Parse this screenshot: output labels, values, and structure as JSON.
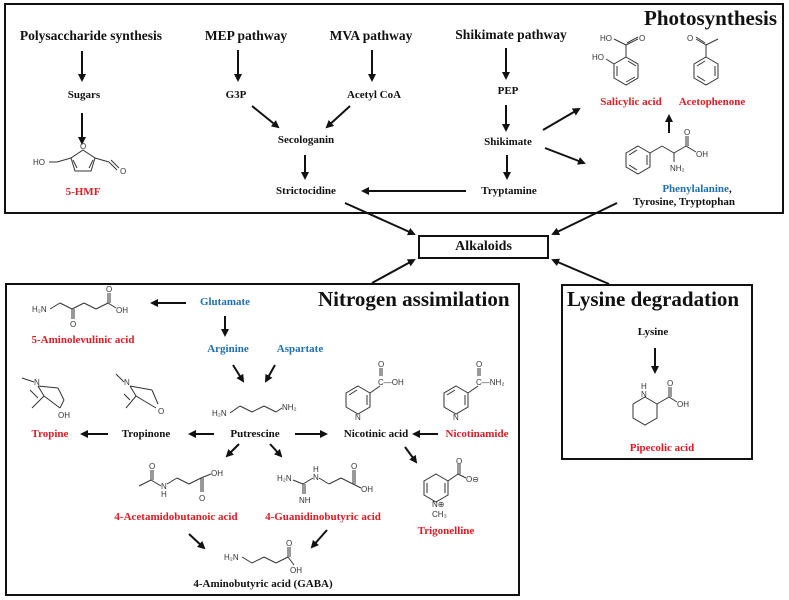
{
  "colors": {
    "product_red": "#e01b24",
    "precursor_blue": "#1f6fb2",
    "text_black": "#111111",
    "frame": "#111111"
  },
  "center": {
    "label": "Alkaloids"
  },
  "photosynthesis": {
    "title": "Photosynthesis",
    "nodes": {
      "polysaccharide": "Polysaccharide synthesis",
      "sugars": "Sugars",
      "hmf": "5-HMF",
      "mep": "MEP pathway",
      "mva": "MVA pathway",
      "g3p": "G3P",
      "acetyl_coa": "Acetyl CoA",
      "secologanin": "Secologanin",
      "strictocidine": "Strictocidine",
      "shikimate_pathway": "Shikimate pathway",
      "pep": "PEP",
      "shikimate": "Shikimate",
      "tryptamine": "Tryptamine",
      "salicylic_acid": "Salicylic acid",
      "acetophenone": "Acetophenone",
      "phenylalanine": "Phenylalanine",
      "phenylalanine_sep": ",",
      "tyrosine_tryptophan": "Tyrosine, Tryptophan"
    },
    "structure_atoms": {
      "hmf_ho": "HO",
      "hmf_o_ring": "O",
      "hmf_o_ald": "O",
      "sal_ho_acid": "HO",
      "sal_o": "O",
      "sal_ho": "HO",
      "aceto_o": "O",
      "phe_o": "O",
      "phe_oh": "OH",
      "phe_nh2": "NH₂"
    }
  },
  "nitrogen": {
    "title": "Nitrogen assimilation",
    "nodes": {
      "glutamate": "Glutamate",
      "ala": "5-Aminolevulinic acid",
      "arginine": "Arginine",
      "aspartate": "Aspartate",
      "putrescine": "Putrescine",
      "tropinone": "Tropinone",
      "tropine": "Tropine",
      "nicotinic_acid": "Nicotinic acid",
      "nicotinamide": "Nicotinamide",
      "trigonelline": "Trigonelline",
      "acetamidobutanoic": "4-Acetamidobutanoic acid",
      "guanidinobutyric": "4-Guanidinobutyric acid",
      "gaba": "4-Aminobutyric acid (GABA)"
    },
    "structure_atoms": {
      "ala_h2n": "H₂N",
      "ala_o_keto": "O",
      "ala_o": "O",
      "ala_oh": "OH",
      "tropine_n": "N",
      "tropine_oh": "OH",
      "tropinone_n": "N",
      "tropinone_o": "O",
      "put_h2n": "H₂N",
      "put_nh2": "NH₂",
      "nic_o": "O",
      "nic_c_oh": "C—OH",
      "nic_n": "N",
      "nam_o": "O",
      "nam_c_nh2": "C—NH₂",
      "nam_n": "N",
      "acet_o1": "O",
      "acet_nh": "N",
      "acet_h": "H",
      "acet_o2": "O",
      "acet_oh": "OH",
      "guan_h2n": "H₂N",
      "guan_h": "H",
      "guan_n": "N",
      "guan_nh": "NH",
      "guan_o": "O",
      "guan_oh": "OH",
      "trig_o": "O",
      "trig_ominus": "O⊖",
      "trig_nplus": "N⊕",
      "trig_ch3": "CH₃",
      "gaba_h2n": "H₂N",
      "gaba_o": "O",
      "gaba_oh": "OH"
    }
  },
  "lysine": {
    "title": "Lysine degradation",
    "nodes": {
      "lysine": "Lysine",
      "pipecolic": "Pipecolic acid"
    },
    "structure_atoms": {
      "pip_h": "H",
      "pip_n": "N",
      "pip_o": "O",
      "pip_oh": "OH"
    }
  }
}
